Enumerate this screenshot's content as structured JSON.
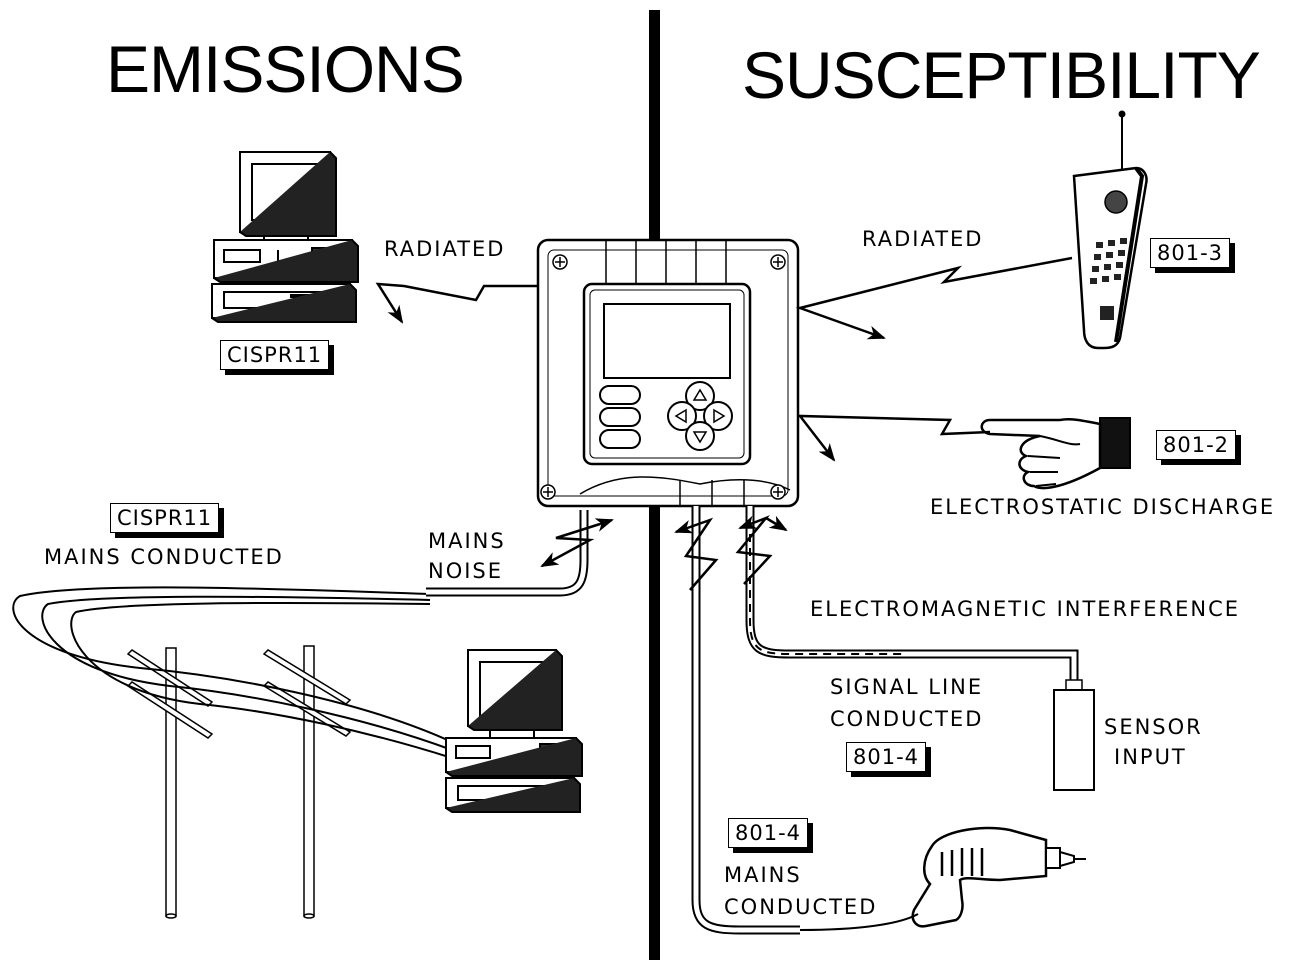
{
  "headings": {
    "left": "EMISSIONS",
    "right": "SUSCEPTIBILITY"
  },
  "emissions": {
    "radiated_label": "RADIATED",
    "radiated_tag": "CISPR11",
    "mains_tag": "CISPR11",
    "mains_conducted_label": "MAINS  CONDUCTED",
    "mains_noise_label_line1": "MAINS",
    "mains_noise_label_line2": "NOISE"
  },
  "susceptibility": {
    "radiated_label": "RADIATED",
    "radiated_tag": "801-3",
    "esd_tag": "801-2",
    "esd_label": "ELECTROSTATIC DISCHARGE",
    "emi_label": "ELECTROMAGNETIC INTERFERENCE",
    "signal_line_label_line1": "SIGNAL LINE",
    "signal_line_label_line2": "CONDUCTED",
    "signal_line_tag": "801-4",
    "sensor_label_line1": "SENSOR",
    "sensor_label_line2": "INPUT",
    "mains_tag": "801-4",
    "mains_label_line1": "MAINS",
    "mains_label_line2": "CONDUCTED"
  }
}
